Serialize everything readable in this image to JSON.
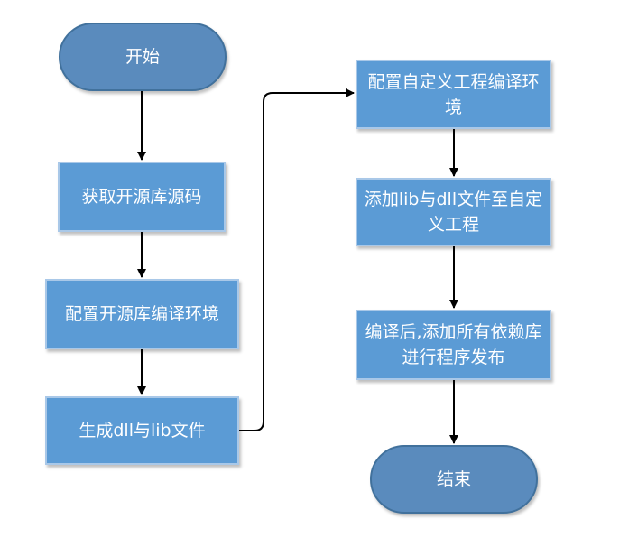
{
  "diagram": {
    "nodes": {
      "start": "开始",
      "get_source": "获取开源库源码",
      "config_env": "配置开源库编译环境",
      "gen_dll_lib": "生成dll与lib文件",
      "config_custom": "配置自定义工程编译环境",
      "add_lib_dll": "添加lib与dll文件至自定义工程",
      "compile_publish": "编译后,添加所有依赖库进行程序发布",
      "end": "结束"
    },
    "colors": {
      "process_fill": "#5b9bd5",
      "terminal_fill": "#5a8bbd",
      "connector": "#000000",
      "text": "#ffffff"
    }
  }
}
